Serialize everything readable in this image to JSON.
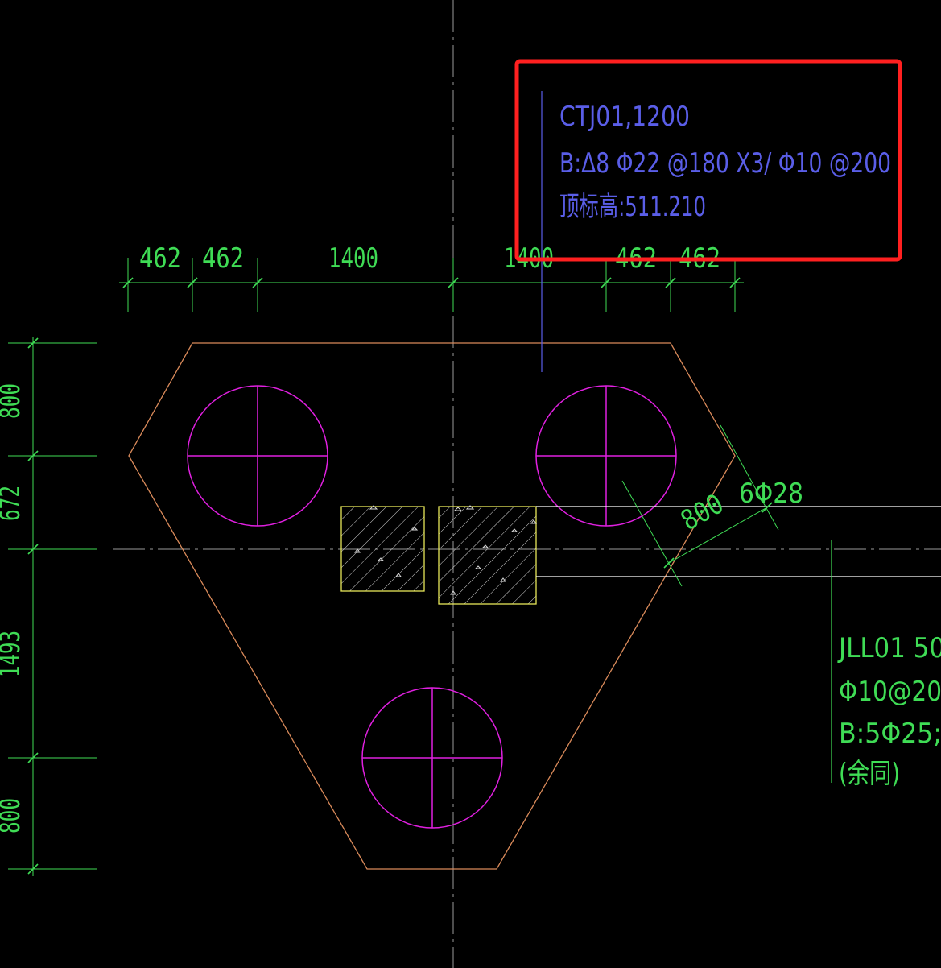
{
  "drawing": {
    "colors": {
      "background": "#000000",
      "outline": "#d98a5a",
      "pile": "#e020e0",
      "dimension": "#3fdc55",
      "annotation": "#5a5ee8",
      "column": "#e8e85a",
      "beam": "#ffffff",
      "highlight": "#ff2020",
      "axis": "#9a9a9a"
    },
    "top_dimensions": [
      "462",
      "462",
      "1400",
      "1400",
      "462",
      "462"
    ],
    "left_dimensions": [
      "800",
      "672",
      "1493",
      "800"
    ],
    "cap_annotation": {
      "line1": "CTJ01,1200",
      "line2": "B:Δ8 Φ22 @180 X3/ Φ10 @200",
      "line3": "顶标高:511.210"
    },
    "diagonal_dimension": "800",
    "rebar_label": "6Φ28",
    "beam_annotation": {
      "line1": "JLL01 50",
      "line2": "Φ10@20",
      "line3": "B:5Φ25;",
      "line4": "(余同)"
    }
  }
}
